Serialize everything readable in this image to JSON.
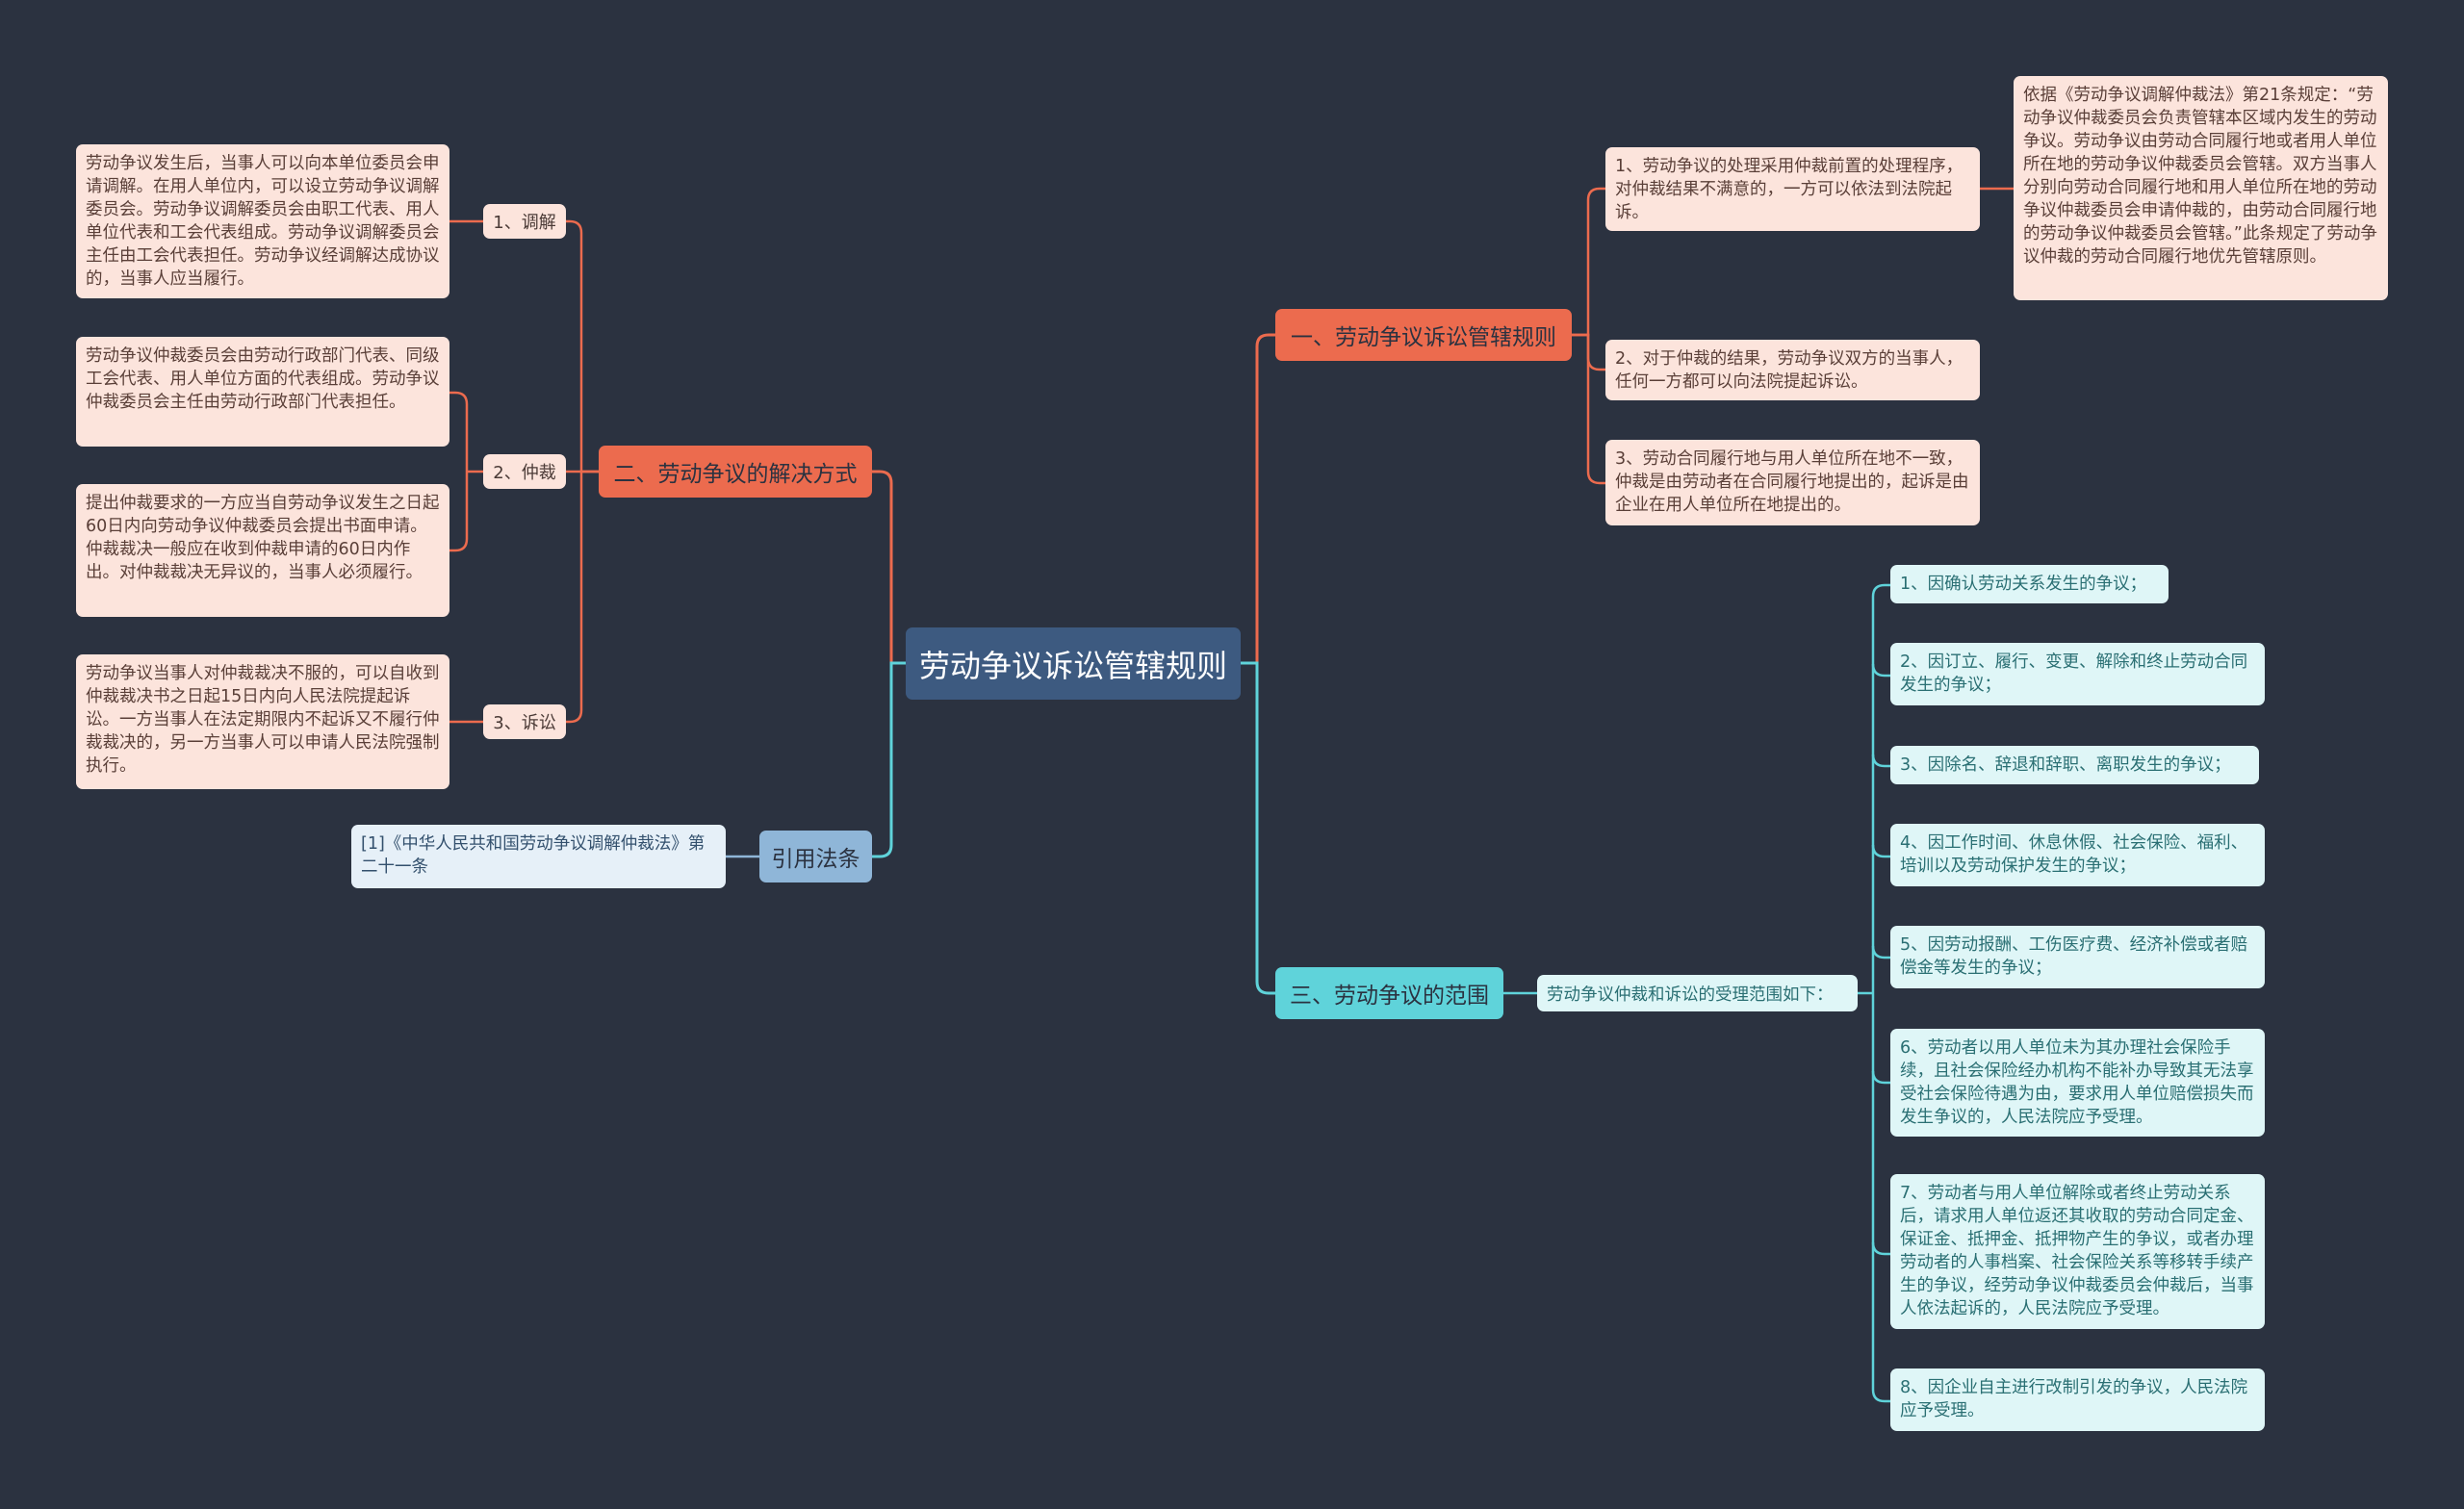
{
  "mindmap": {
    "root": "劳动争议诉讼管辖规则",
    "branch_jurisdiction": {
      "title": "一、劳动争议诉讼管辖规则",
      "items": [
        "1、劳动争议的处理采用仲裁前置的处理程序，对仲裁结果不满意的，一方可以依法到法院起诉。",
        "2、对于仲裁的结果，劳动争议双方的当事人，任何一方都可以向法院提起诉讼。",
        "3、劳动合同履行地与用人单位所在地不一致，仲裁是由劳动者在合同履行地提出的，起诉是由企业在用人单位所在地提出的。"
      ],
      "note": "依据《劳动争议调解仲裁法》第21条规定：“劳动争议仲裁委员会负责管辖本区域内发生的劳动争议。劳动争议由劳动合同履行地或者用人单位所在地的劳动争议仲裁委员会管辖。双方当事人分别向劳动合同履行地和用人单位所在地的劳动争议仲裁委员会申请仲裁的，由劳动合同履行地的劳动争议仲裁委员会管辖。”此条规定了劳动争议仲裁的劳动合同履行地优先管辖原则。"
    },
    "branch_resolution": {
      "title": "二、劳动争议的解决方式",
      "mediation": {
        "label": "1、调解",
        "text": "劳动争议发生后，当事人可以向本单位委员会申请调解。在用人单位内，可以设立劳动争议调解委员会。劳动争议调解委员会由职工代表、用人单位代表和工会代表组成。劳动争议调解委员会主任由工会代表担任。劳动争议经调解达成协议的，当事人应当履行。"
      },
      "arbitration": {
        "label": "2、仲裁",
        "text1": "劳动争议仲裁委员会由劳动行政部门代表、同级工会代表、用人单位方面的代表组成。劳动争议仲裁委员会主任由劳动行政部门代表担任。",
        "text2": "提出仲裁要求的一方应当自劳动争议发生之日起60日内向劳动争议仲裁委员会提出书面申请。仲裁裁决一般应在收到仲裁申请的60日内作出。对仲裁裁决无异议的，当事人必须履行。"
      },
      "litigation": {
        "label": "3、诉讼",
        "text": "劳动争议当事人对仲裁裁决不服的，可以自收到仲裁裁决书之日起15日内向人民法院提起诉讼。一方当事人在法定期限内不起诉又不履行仲裁裁决的，另一方当事人可以申请人民法院强制执行。"
      }
    },
    "branch_scope": {
      "title": "三、劳动争议的范围",
      "intro": "劳动争议仲裁和诉讼的受理范围如下：",
      "items": [
        "1、因确认劳动关系发生的争议；",
        "2、因订立、履行、变更、解除和终止劳动合同发生的争议；",
        "3、因除名、辞退和辞职、离职发生的争议；",
        "4、因工作时间、休息休假、社会保险、福利、培训以及劳动保护发生的争议；",
        "5、因劳动报酬、工伤医疗费、经济补偿或者赔偿金等发生的争议；",
        "6、劳动者以用人单位未为其办理社会保险手续，且社会保险经办机构不能补办导致其无法享受社会保险待遇为由，要求用人单位赔偿损失而发生争议的，人民法院应予受理。",
        "7、劳动者与用人单位解除或者终止劳动关系后，请求用人单位返还其收取的劳动合同定金、保证金、抵押金、抵押物产生的争议，或者办理劳动者的人事档案、社会保险关系等移转手续产生的争议，经劳动争议仲裁委员会仲裁后，当事人依法起诉的，人民法院应予受理。",
        "8、因企业自主进行改制引发的争议，人民法院应予受理。"
      ]
    },
    "branch_citation": {
      "title": "引用法条",
      "item": "[1]《中华人民共和国劳动争议调解仲裁法》第二十一条"
    }
  },
  "colors": {
    "background": "#2b3240",
    "orange_branch": "#ec6b4e",
    "cyan_branch": "#5fd3da",
    "blue_branch": "#8fb6d8",
    "root": "#3d5a80"
  }
}
